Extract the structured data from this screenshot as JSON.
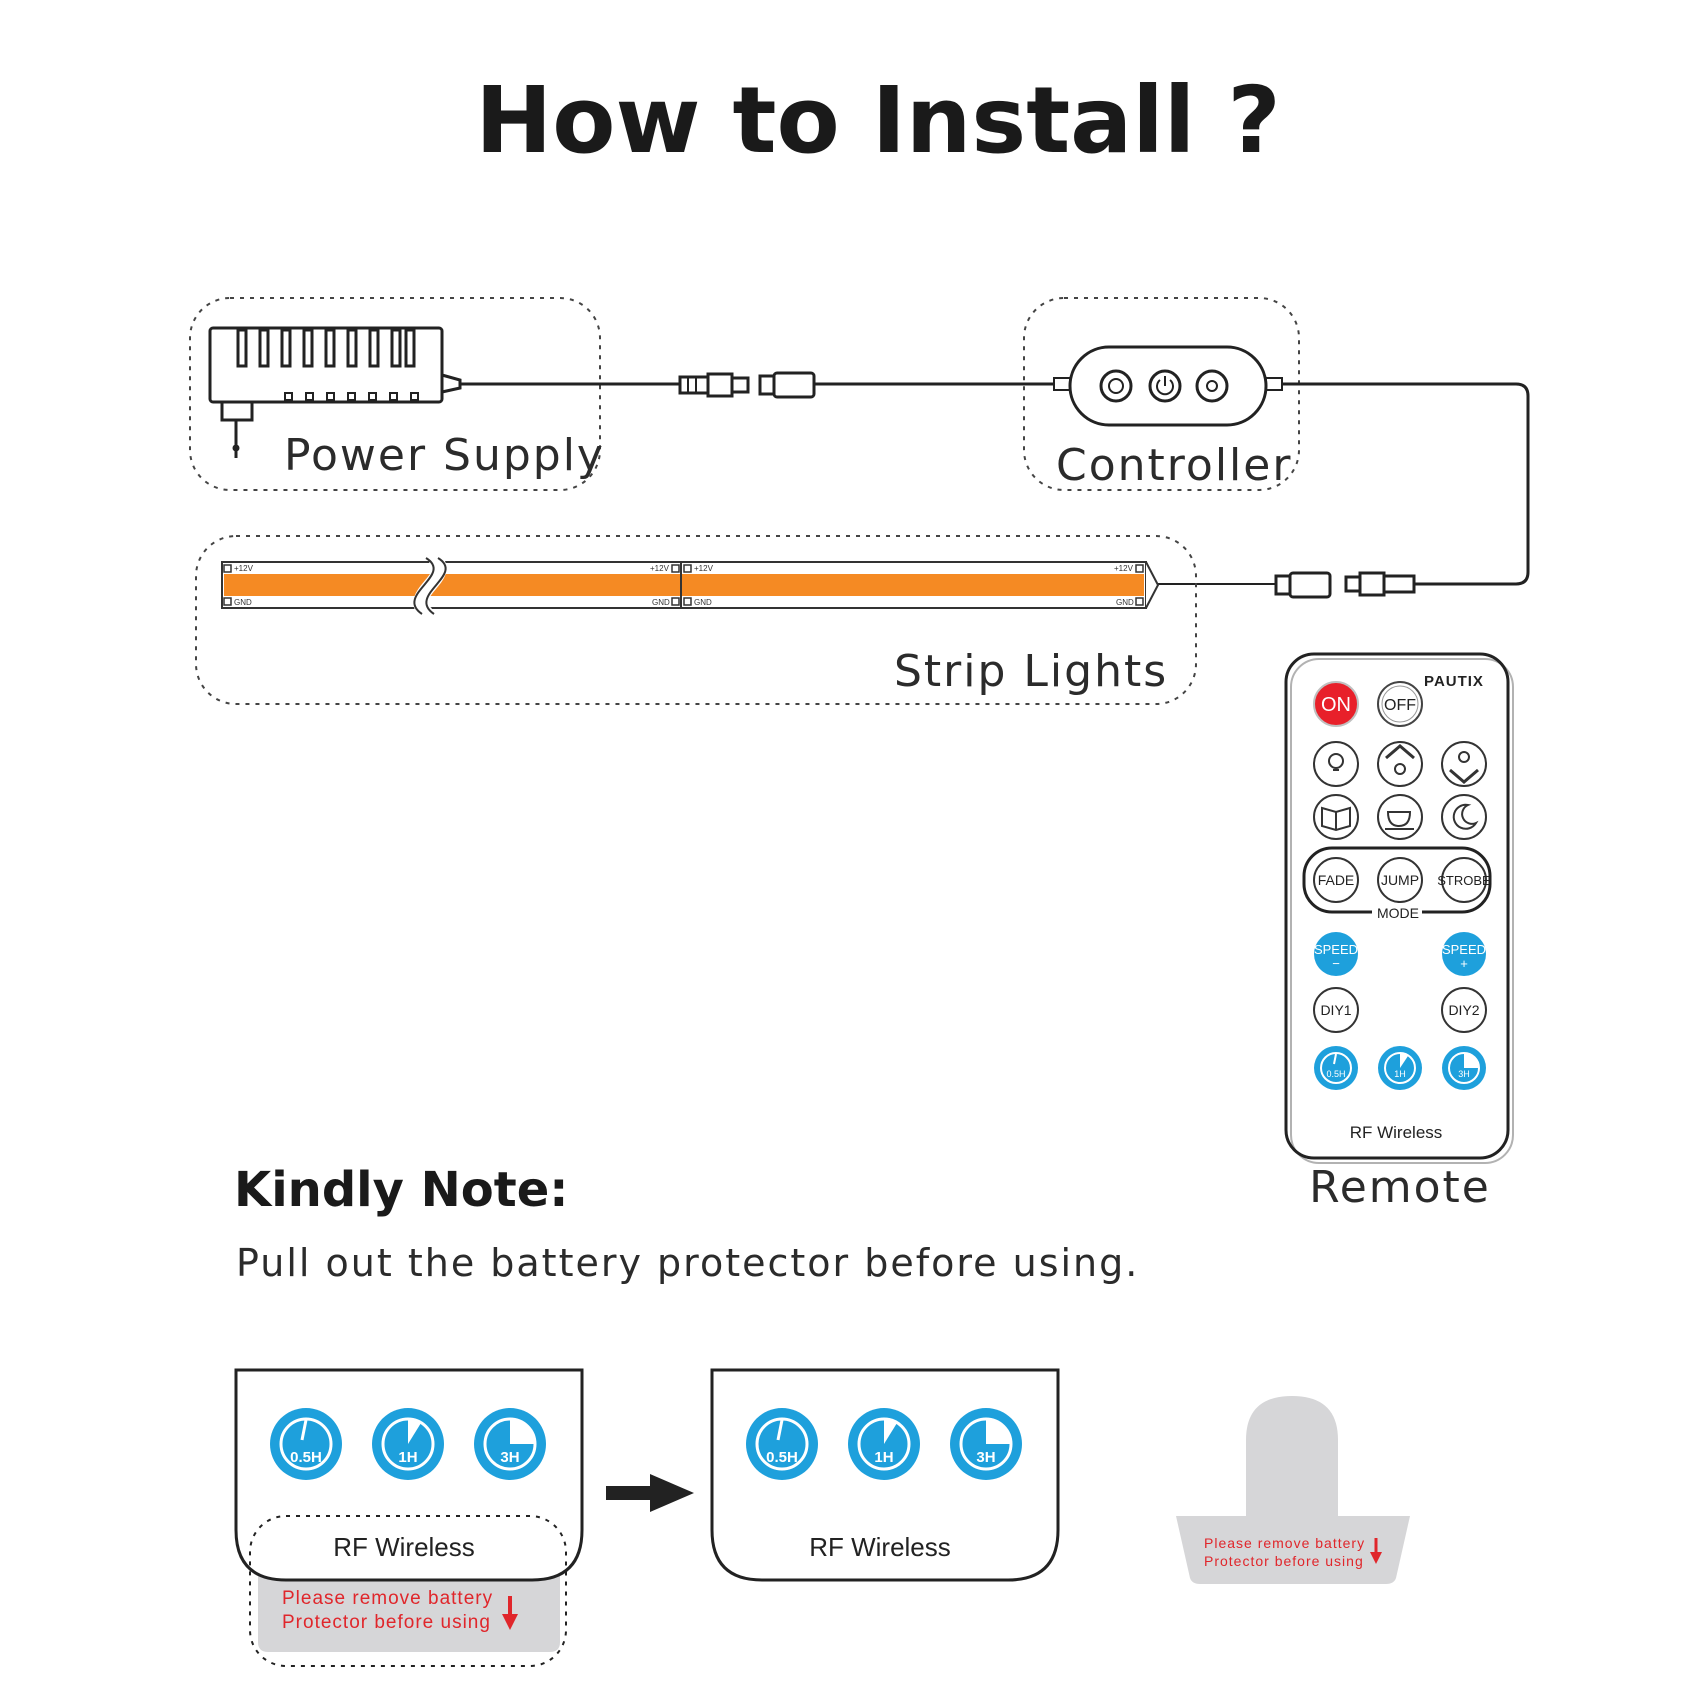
{
  "title": "How to Install ?",
  "labels": {
    "power_supply": "Power Supply",
    "controller": "Controller",
    "strip_lights": "Strip Lights",
    "remote": "Remote"
  },
  "strip": {
    "pos_marker": "+12V",
    "gnd_marker": "GND",
    "color": "#f58a23"
  },
  "remote": {
    "brand": "PAUTIX",
    "on": "ON",
    "off": "OFF",
    "mode_buttons": [
      "FADE",
      "JUMP",
      "STROBE"
    ],
    "mode_label": "MODE",
    "speed_minus": "SPEED",
    "speed_plus": "SPEED",
    "minus_sign": "−",
    "plus_sign": "+",
    "diy1": "DIY1",
    "diy2": "DIY2",
    "timers": [
      "0.5H",
      "1H",
      "3H"
    ],
    "footer": "RF Wireless",
    "on_color": "#e8202a",
    "accent_color": "#1ea0dc"
  },
  "note": {
    "heading": "Kindly Note:",
    "text": "Pull out the battery protector before using."
  },
  "battery": {
    "rf_label": "RF Wireless",
    "protector_line1": "Please remove battery",
    "protector_line2": "Protector before using",
    "timers": [
      "0.5H",
      "1H",
      "3H"
    ],
    "warning_color": "#e0262b",
    "protector_color": "#d6d6d8"
  }
}
